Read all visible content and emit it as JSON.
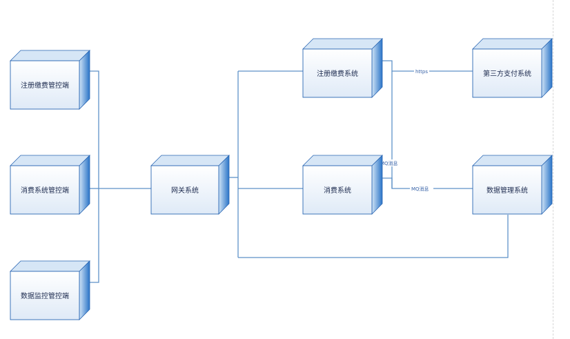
{
  "nodes": {
    "register_console": "注册缴费管控端",
    "consume_console": "消费系统管控端",
    "monitor_console": "数据监控管控端",
    "gateway": "网关系统",
    "register_system": "注册缴费系统",
    "consume_system": "消费系统",
    "third_party_pay": "第三方支付系统",
    "data_management": "数据管理系统"
  },
  "edges": {
    "https": "https",
    "mq_vertical": "MQ消息",
    "mq_horizontal": "MQ消息"
  },
  "colors": {
    "line": "#5e91c8",
    "cube_front_top": "#ffffff",
    "cube_front_bottom": "#dfeaf7",
    "cube_top": "#d6e6f6",
    "cube_side_light": "#cfe3f6",
    "cube_side_dark": "#2a74c7",
    "cube_edge": "#2a66b3"
  }
}
